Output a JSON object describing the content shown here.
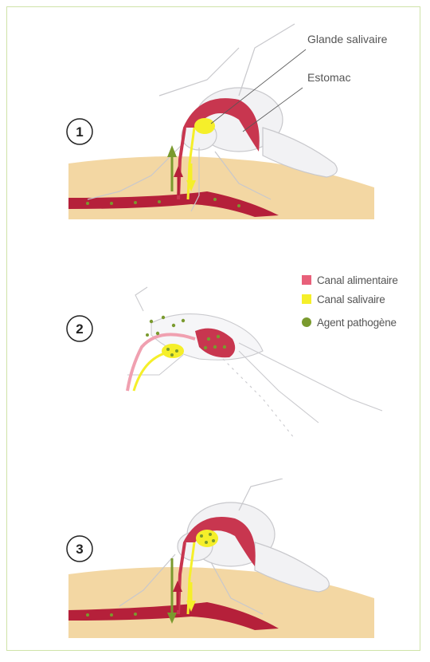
{
  "panels": [
    {
      "number": "1"
    },
    {
      "number": "2"
    },
    {
      "number": "3"
    }
  ],
  "labels": {
    "salivary_gland": "Glande salivaire",
    "stomach": "Estomac"
  },
  "legend": [
    {
      "label": "Canal alimentaire",
      "color": "#e8607a",
      "shape": "square"
    },
    {
      "label": "Canal salivaire",
      "color": "#f5ef2a",
      "shape": "square"
    },
    {
      "label": "Agent pathogène",
      "color": "#7a9a2e",
      "shape": "circle"
    }
  ],
  "colors": {
    "skin": "#f3d7a3",
    "blood": "#b5203a",
    "gut": "#c8364f",
    "saliva": "#f5ef2a",
    "pathogen": "#7a9a2e",
    "frame": "#cfe3a8"
  }
}
